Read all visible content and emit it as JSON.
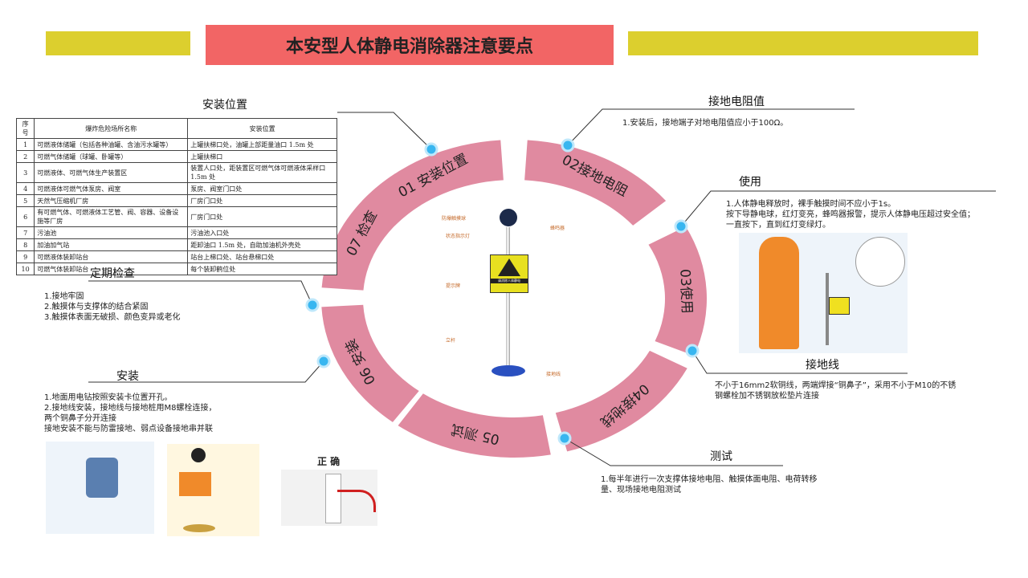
{
  "title": "本安型人体静电消除器注意要点",
  "colors": {
    "segment": "#e08aa0",
    "bar": "#dccf2e",
    "title_bg": "#f26565",
    "dot": "#38b6f0"
  },
  "segments": [
    {
      "label": "01 安装位置"
    },
    {
      "label": "02接地电阻"
    },
    {
      "label": "03使用"
    },
    {
      "label": "04接地线"
    },
    {
      "label": "05 测试"
    },
    {
      "label": "06 安装"
    },
    {
      "label": "07 检查"
    }
  ],
  "sections": {
    "install_position": {
      "heading": "安装位置",
      "table": {
        "headers": [
          "序号",
          "爆炸危险场所名称",
          "安装位置"
        ],
        "rows": [
          [
            "1",
            "可燃液体储罐（包括各种油罐、含油污水罐等）",
            "上罐扶梯口处，油罐上部距量油口 1.5m 处"
          ],
          [
            "2",
            "可燃气体储罐（球罐、卧罐等）",
            "上罐扶梯口"
          ],
          [
            "3",
            "可燃液体、可燃气体生产装置区",
            "装置人口处，距装置区可燃气体可燃液体采样口 1.5m 处"
          ],
          [
            "4",
            "可燃液体可燃气体泵房、阀室",
            "泵房、阀室门口处"
          ],
          [
            "5",
            "天然气压缩机厂房",
            "厂房门口处"
          ],
          [
            "6",
            "有可燃气体、可燃液体工艺管、阀、容器、设备设施等厂房",
            "厂房门口处"
          ],
          [
            "7",
            "污油池",
            "污油池入口处"
          ],
          [
            "8",
            "加油加气站",
            "距卸油口 1.5m 处，自助加油机外壳处"
          ],
          [
            "9",
            "可燃液体装卸站台",
            "站台上梯口处、站台悬梯口处"
          ],
          [
            "10",
            "可燃气体装卸站台",
            "每个装卸鹤位处"
          ]
        ]
      }
    },
    "resistance": {
      "heading": "接地电阻值",
      "text": "1.安装后，接地端子对地电阻值应小于100Ω。"
    },
    "usage": {
      "heading": "使用",
      "lines": [
        "1.人体静电释放时，裸手触摸时间不应小于1s。",
        "按下导静电球，红灯变亮，蜂鸣器报警，提示人体静电压超过安全值；",
        "一直按下，直到红灯变绿灯。"
      ]
    },
    "ground_wire": {
      "heading": "接地线",
      "lines": [
        "不小于16mm2软铜线，两端焊接“铜鼻子”，采用不小于M10的不锈",
        "钢螺栓加不锈钢放松垫片连接"
      ]
    },
    "test": {
      "heading": "测试",
      "lines": [
        "1.每半年进行一次支撑体接地电阻、触摸体面电阻、电荷转移",
        "量、现场接地电阻测试"
      ]
    },
    "install": {
      "heading": "安装",
      "lines": [
        "1.地面用电钻按照安装卡位置开孔。",
        "2.接地线安装，接地线与接地桩用M8螺栓连接，",
        "两个铜鼻子分开连接",
        "接地安装不能与防雷接地、弱点设备接地串并联"
      ],
      "correct_label": "正 确"
    },
    "inspection": {
      "heading": "定期检查",
      "lines": [
        "1.接地牢固",
        "2.触摸体与支撑体的结合紧固",
        "3.触摸体表面无破损、颜色变异或老化"
      ]
    }
  },
  "device_labels": {
    "ball": "防爆触摸球",
    "light": "状态指示灯",
    "buzzer": "蜂鸣器",
    "sign": "提示牌",
    "pole": "立杆",
    "wire": "接地线",
    "sign_text": "请消除人体静电"
  }
}
